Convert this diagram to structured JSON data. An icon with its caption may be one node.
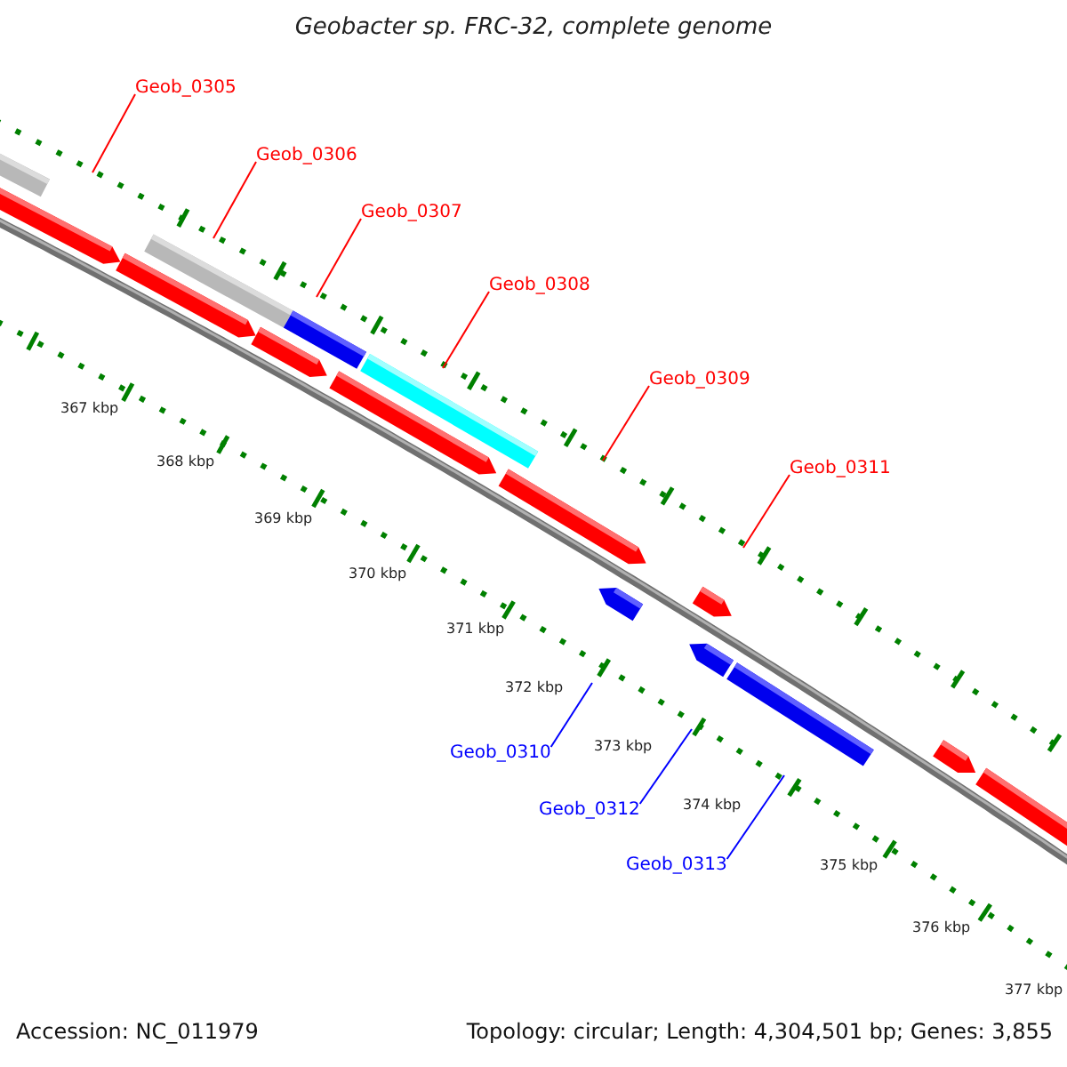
{
  "diagram": {
    "title": "Geobacter sp. FRC-32, complete genome",
    "nodes": [
      {
        "text": [
          "Geob_0305"
        ]
      },
      {
        "text": [
          "Geob_0306"
        ]
      },
      {
        "text": [
          "Geob_0307"
        ]
      },
      {
        "text": [
          "Geob_0308"
        ]
      },
      {
        "text": [
          "Geob_0309"
        ]
      },
      {
        "text": [
          "Geob_0311"
        ]
      },
      {
        "text": [
          "Geob_0310"
        ]
      },
      {
        "text": [
          "Geob_0312"
        ]
      },
      {
        "text": [
          "Geob_0313"
        ]
      }
    ],
    "edges": [
      {
        "from": 0,
        "to": null,
        "arrow": "none"
      },
      {
        "from": 1,
        "to": null,
        "arrow": "none"
      },
      {
        "from": 2,
        "to": null,
        "arrow": "none"
      },
      {
        "from": 3,
        "to": null,
        "arrow": "none"
      },
      {
        "from": 4,
        "to": null,
        "arrow": "none"
      },
      {
        "from": 5,
        "to": null,
        "arrow": "none"
      },
      {
        "from": 6,
        "to": null,
        "arrow": "none",
        "color": "#0000ff"
      },
      {
        "from": 7,
        "to": null,
        "arrow": "none",
        "color": "#0000ff"
      },
      {
        "from": 8,
        "to": null,
        "arrow": "none",
        "color": "#0000ff"
      }
    ],
    "labels": [
      "367 kbp",
      "368 kbp",
      "369 kbp",
      "370 kbp",
      "371 kbp",
      "372 kbp",
      "373 kbp",
      "374 kbp",
      "375 kbp",
      "376 kbp",
      "377 kbp",
      "Accession: NC_011979",
      "Topology: circular; Length: 4,304,501 bp; Genes: 3,855"
    ]
  }
}
